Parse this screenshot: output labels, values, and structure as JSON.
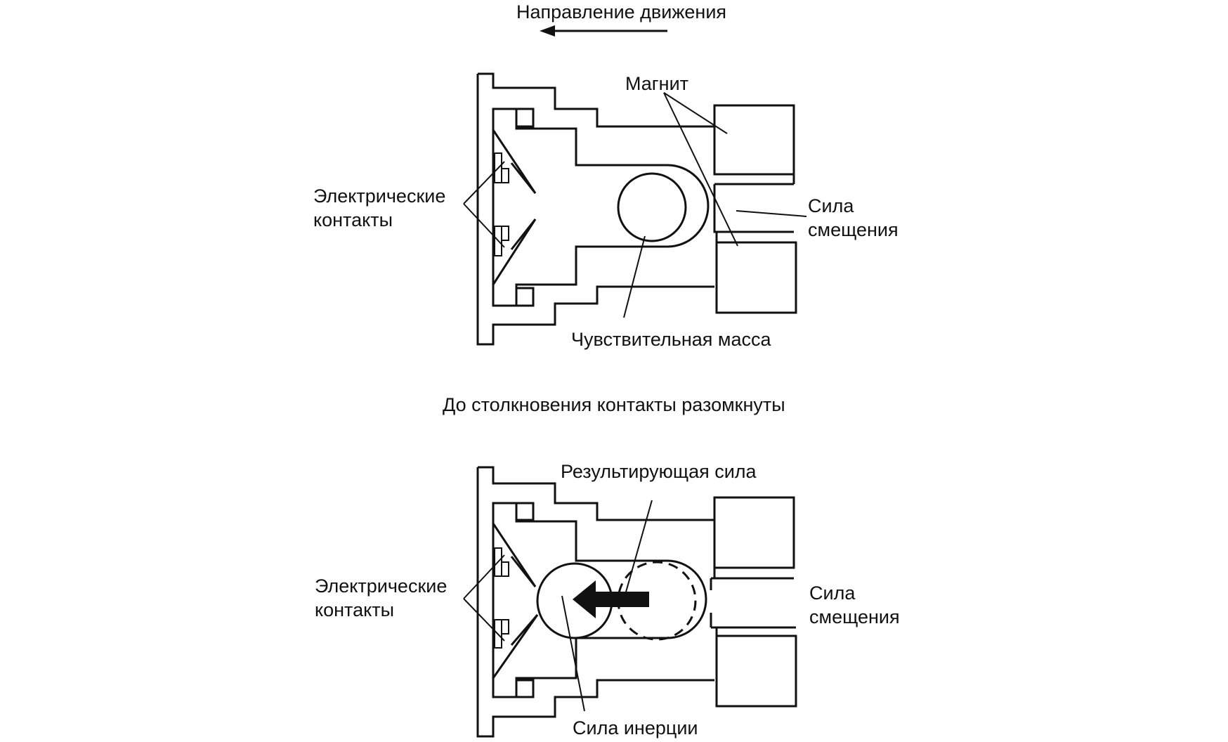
{
  "header": {
    "direction_label": "Направление движения"
  },
  "top_diagram": {
    "magnet_label": "Магнит",
    "contacts_label_line1": "Электрические",
    "contacts_label_line2": "контакты",
    "bias_label_line1": "Сила",
    "bias_label_line2": "смещения",
    "mass_label": "Чувствительная масса"
  },
  "caption": {
    "text": "До столкновения контакты разомкнуты"
  },
  "bottom_diagram": {
    "resultant_label": "Результирующая сила",
    "contacts_label_line1": "Электрические",
    "contacts_label_line2": "контакты",
    "bias_label_line1": "Сила",
    "bias_label_line2": "смещения",
    "inertia_label": "Сила инерции"
  }
}
